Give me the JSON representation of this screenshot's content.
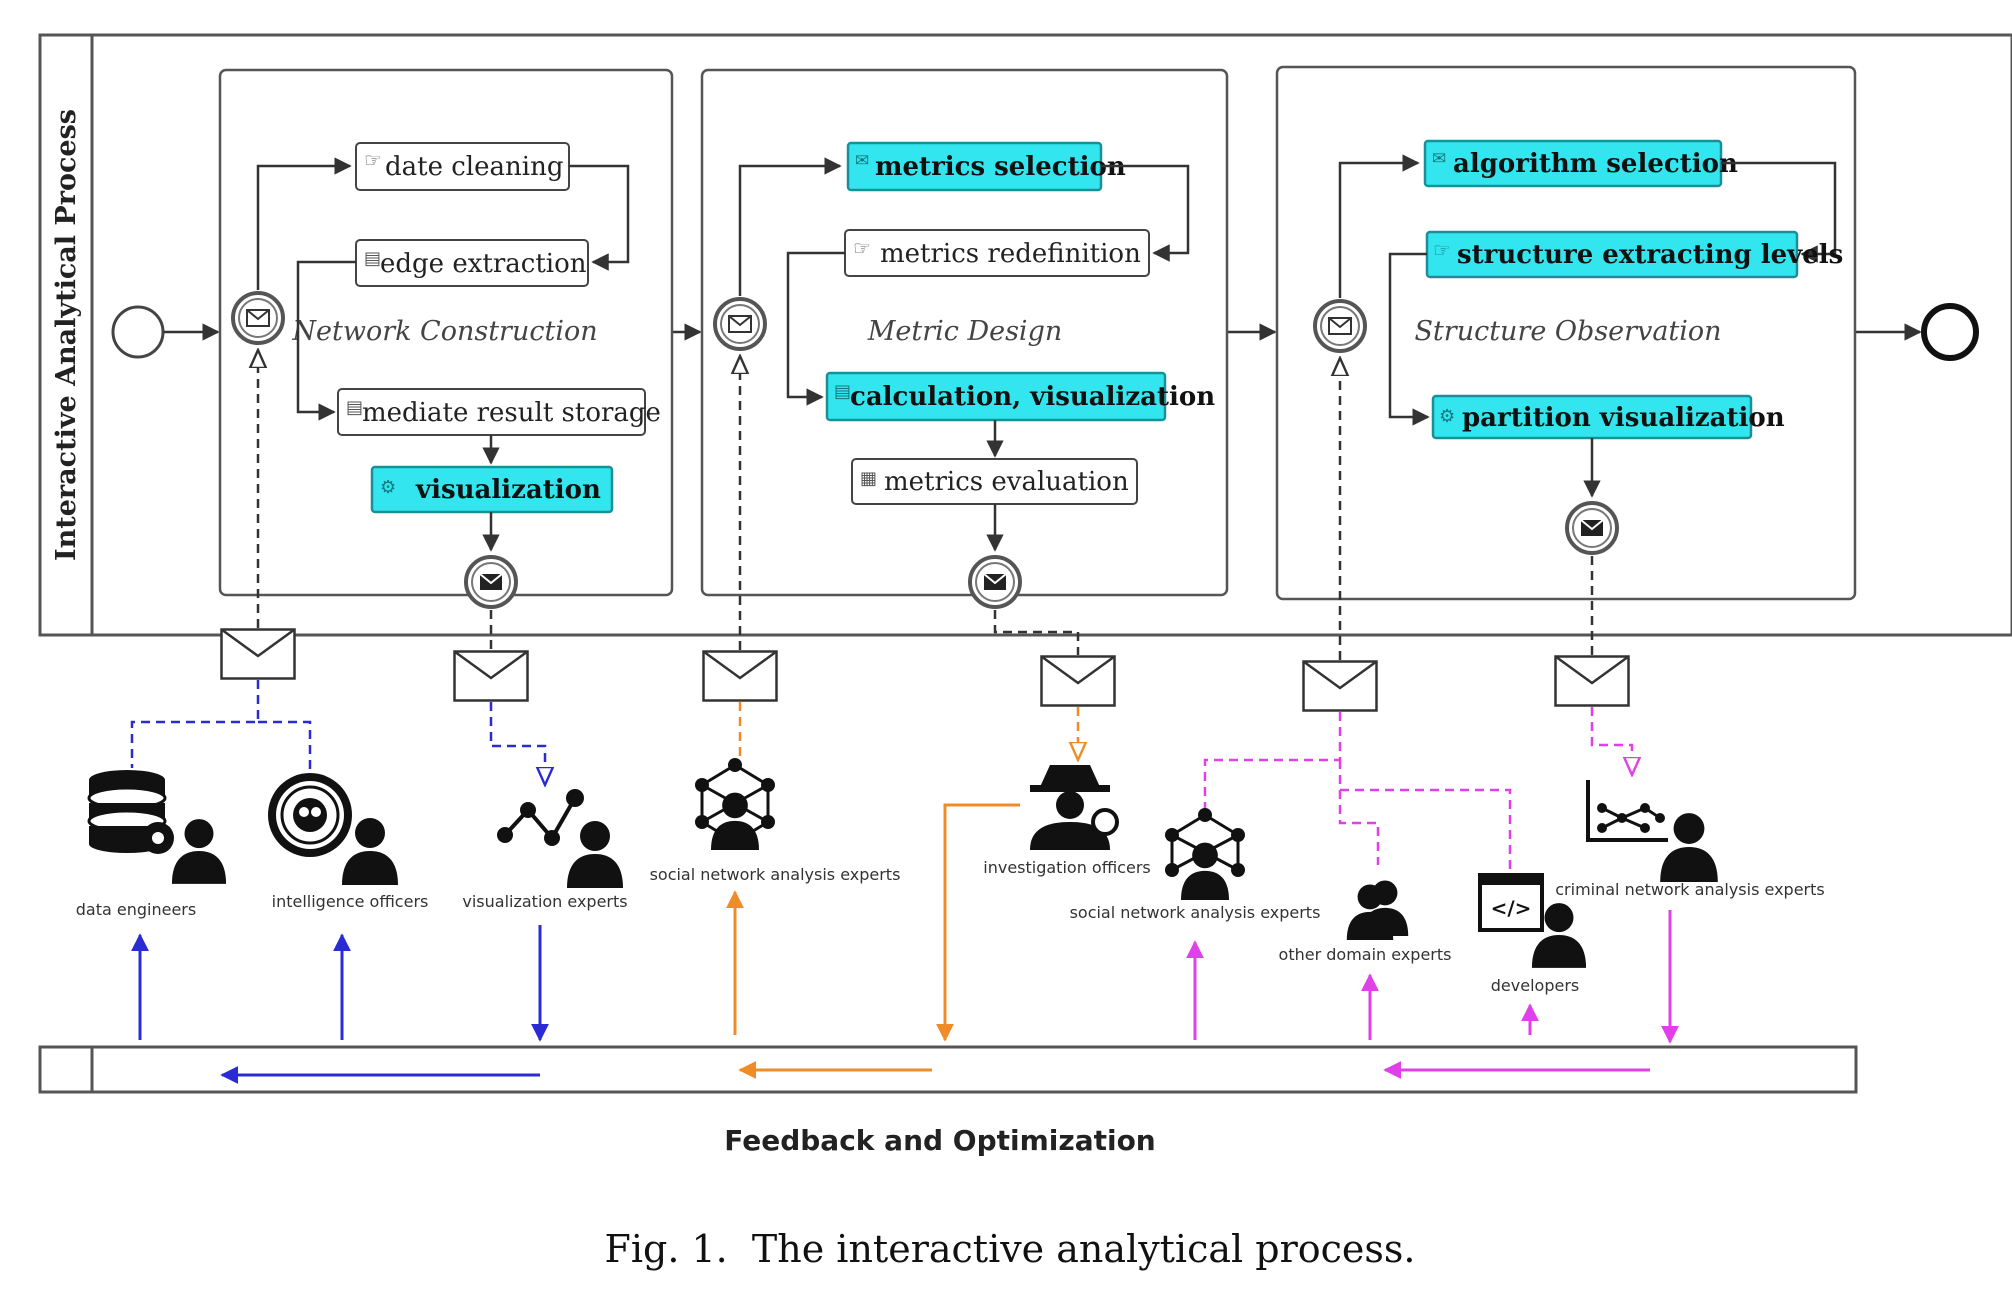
{
  "pool": {
    "title": "Interactive Analytical Process"
  },
  "subprocesses": [
    {
      "title": "Network Construction",
      "tasks": [
        {
          "label": "date cleaning",
          "highlight": false,
          "icon": "hand-icon"
        },
        {
          "label": "edge extraction",
          "highlight": false,
          "icon": "script-icon"
        },
        {
          "label": "mediate result storage",
          "highlight": false,
          "icon": "script-icon"
        },
        {
          "label": "visualization",
          "highlight": true,
          "icon": "gears-icon"
        }
      ]
    },
    {
      "title": "Metric Design",
      "tasks": [
        {
          "label": "metrics selection",
          "highlight": true,
          "icon": "envelope-icon"
        },
        {
          "label": "metrics redefinition",
          "highlight": false,
          "icon": "hand-icon"
        },
        {
          "label": "calculation, visualization",
          "highlight": true,
          "icon": "script-icon"
        },
        {
          "label": "metrics evaluation",
          "highlight": false,
          "icon": "table-icon"
        }
      ]
    },
    {
      "title": "Structure Observation",
      "tasks": [
        {
          "label": "algorithm selection",
          "highlight": true,
          "icon": "envelope-icon"
        },
        {
          "label": "structure extracting levels",
          "highlight": true,
          "icon": "hand-icon"
        },
        {
          "label": "partition visualization",
          "highlight": true,
          "icon": "gears-icon"
        }
      ]
    }
  ],
  "roles": [
    {
      "label": "data engineers",
      "icon": "database-gear-person-icon"
    },
    {
      "label": "intelligence officers",
      "icon": "target-person-icon"
    },
    {
      "label": "visualization experts",
      "icon": "line-chart-person-icon"
    },
    {
      "label": "social network analysis experts",
      "icon": "network-person-icon"
    },
    {
      "label": "investigation officers",
      "icon": "detective-icon"
    },
    {
      "label": "social network analysis experts",
      "icon": "network-person-icon"
    },
    {
      "label": "other domain experts",
      "icon": "group-icon"
    },
    {
      "label": "developers",
      "icon": "code-person-icon"
    },
    {
      "label": "criminal network analysis experts",
      "icon": "graph-chart-person-icon"
    }
  ],
  "footer": {
    "title": "Feedback and Optimization"
  },
  "caption": "Fig. 1.  The interactive analytical process.",
  "colors": {
    "highlight": "#33e5ee",
    "blue": "#2b2bd6",
    "orange": "#f08c28",
    "magenta": "#e040e8",
    "line": "#333333"
  }
}
